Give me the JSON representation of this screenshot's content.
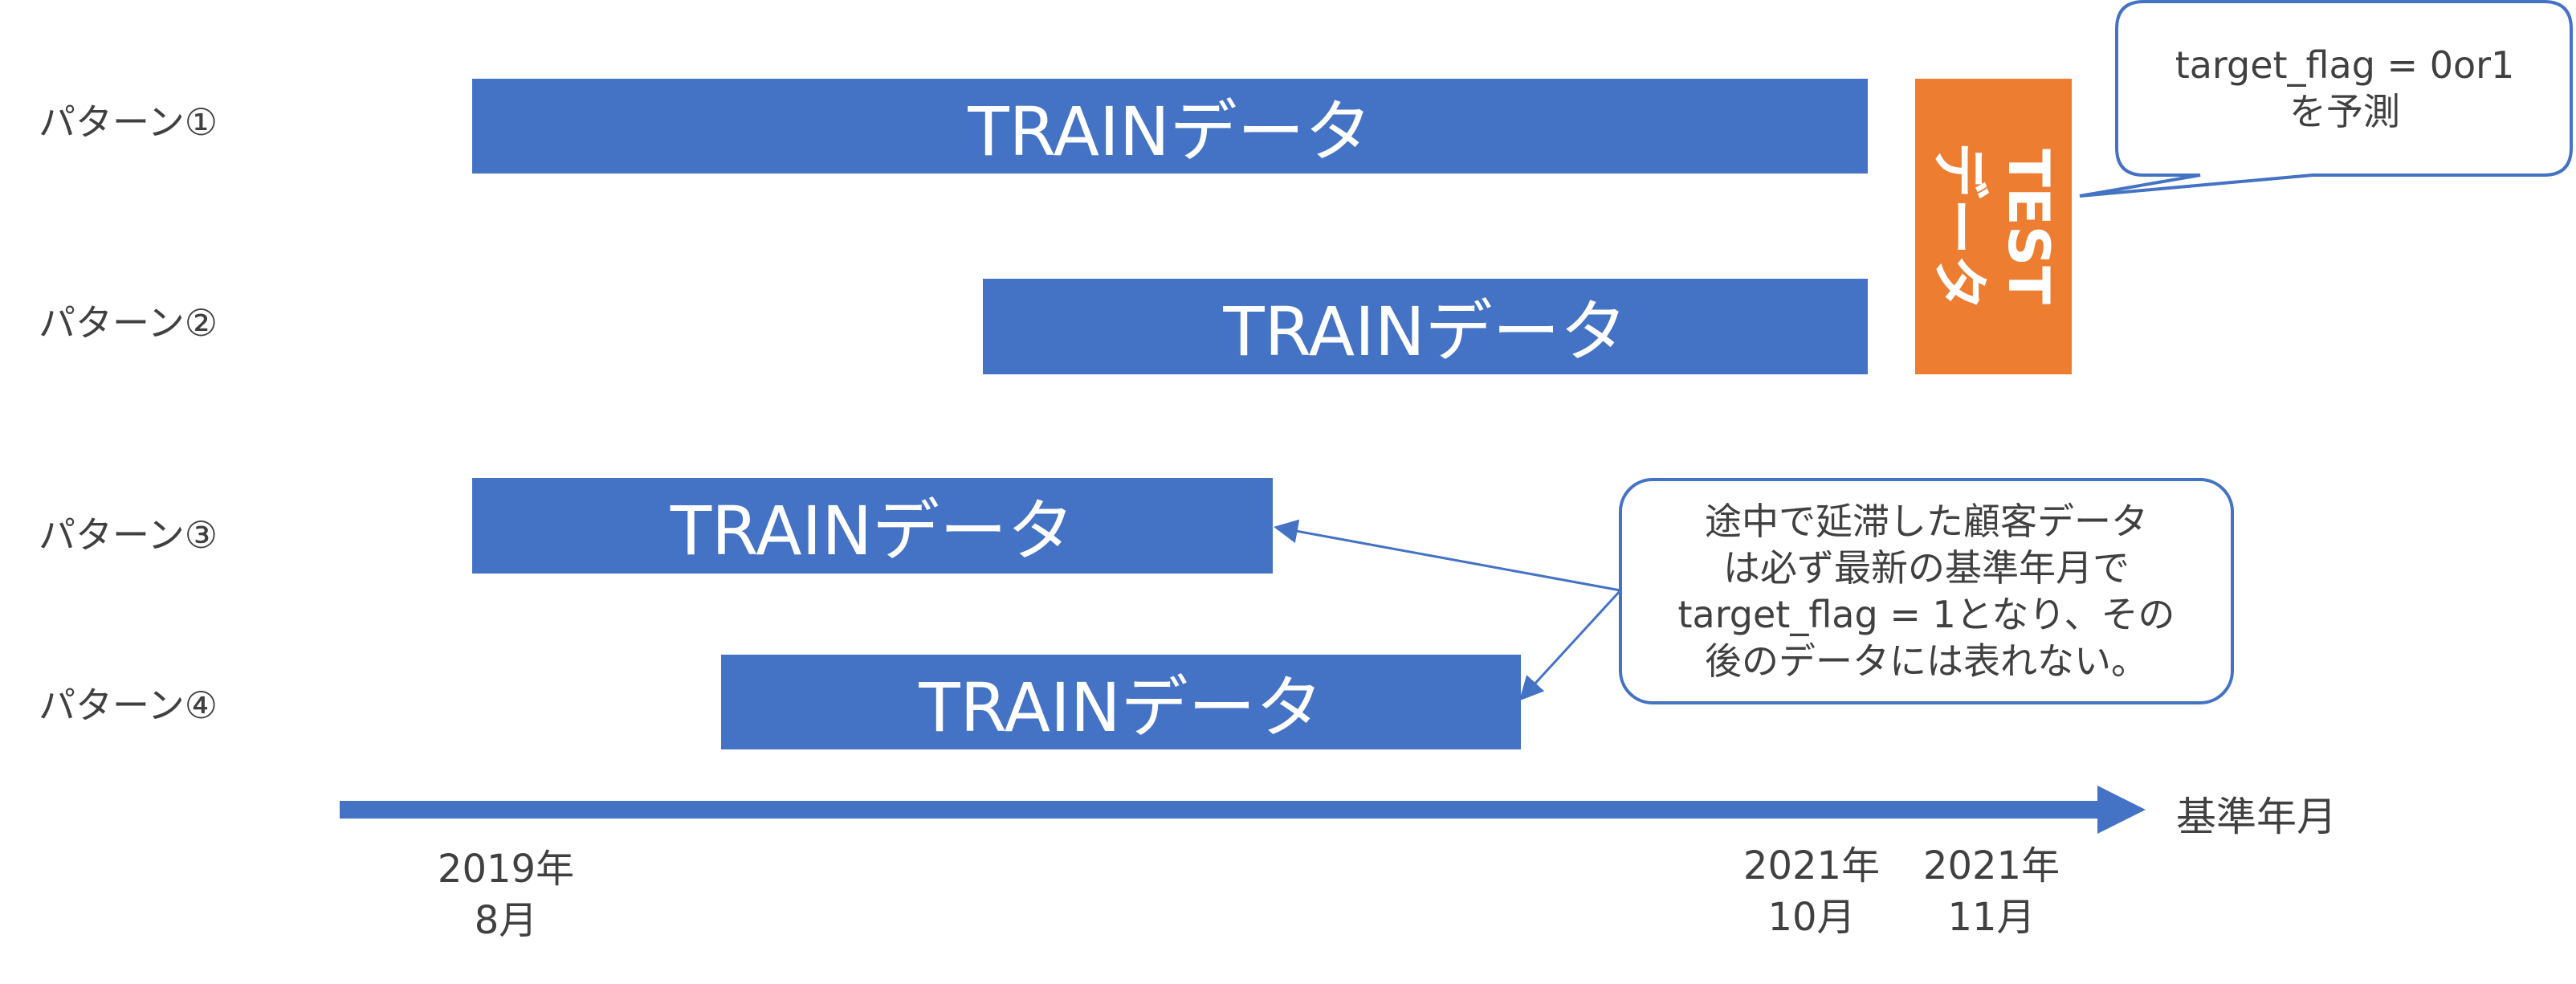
{
  "patterns": [
    {
      "label": "パターン①",
      "train": "TRAINデータ"
    },
    {
      "label": "パターン②",
      "train": "TRAINデータ"
    },
    {
      "label": "パターン③",
      "train": "TRAINデータ"
    },
    {
      "label": "パターン④",
      "train": "TRAINデータ"
    }
  ],
  "test": {
    "label": "TEST\nデータ"
  },
  "callouts": {
    "predict": "target_flag = 0or1\nを予測",
    "delinquent": "途中で延滞した顧客データ\nは必ず最新の基準年月で\ntarget_flag = 1となり、その\n後のデータには表れない。"
  },
  "axis": {
    "label": "基準年月"
  },
  "dates": {
    "start": "2019年\n8月",
    "oct": "2021年\n10月",
    "nov": "2021年\n11月"
  },
  "colors": {
    "train": "#4472c4",
    "test": "#ed7d31",
    "callout_border": "#4472c4",
    "text": "#404040"
  }
}
